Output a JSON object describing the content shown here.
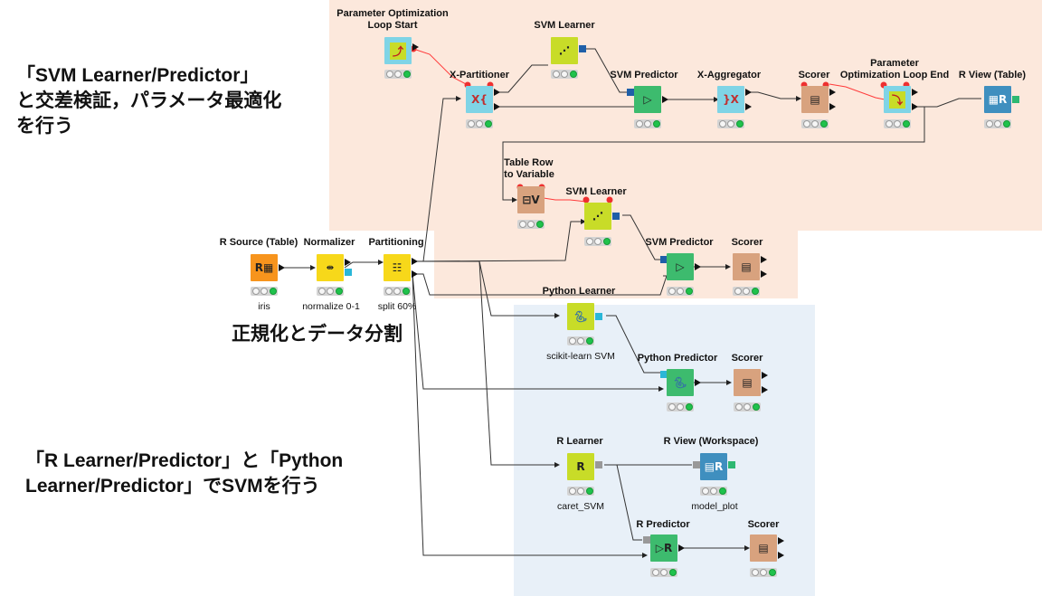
{
  "annotations": {
    "svm_title": "「SVM Learner/Predictor」\nと交差検証，パラメータ最適化\nを行う",
    "normalize_title": "正規化とデータ分割",
    "r_python_title": "「R Learner/Predictor」と「Python\nLearner/Predictor」でSVMを行う"
  },
  "nodes": {
    "r_source": {
      "name": "R Source (Table)",
      "caption": "iris",
      "icon": "R-table-icon"
    },
    "normalizer": {
      "name": "Normalizer",
      "caption": "normalize 0-1",
      "icon": "normalizer-icon"
    },
    "partitioning": {
      "name": "Partitioning",
      "caption": "split 60%",
      "icon": "partition-icon"
    },
    "param_loop_start": {
      "name": "Parameter Optimization\nLoop Start",
      "icon": "loop-start-icon"
    },
    "x_partitioner": {
      "name": "X-Partitioner",
      "icon": "x-partitioner-icon"
    },
    "svm_learner_top": {
      "name": "SVM Learner",
      "icon": "svm-learner-icon"
    },
    "svm_predictor_top": {
      "name": "SVM Predictor",
      "icon": "predictor-icon"
    },
    "x_aggregator": {
      "name": "X-Aggregator",
      "icon": "x-aggregator-icon"
    },
    "scorer_top": {
      "name": "Scorer",
      "icon": "scorer-icon"
    },
    "param_loop_end": {
      "name": "Parameter\nOptimization Loop End",
      "icon": "loop-end-icon"
    },
    "r_view_table": {
      "name": "R View (Table)",
      "icon": "R-view-icon"
    },
    "table_row_to_var": {
      "name": "Table Row\nto Variable",
      "icon": "table-row-to-variable-icon"
    },
    "svm_learner_mid": {
      "name": "SVM Learner",
      "icon": "svm-learner-icon"
    },
    "svm_predictor_mid": {
      "name": "SVM Predictor",
      "icon": "predictor-icon"
    },
    "scorer_mid": {
      "name": "Scorer",
      "icon": "scorer-icon"
    },
    "python_learner": {
      "name": "Python Learner",
      "caption": "scikit-learn SVM",
      "icon": "python-icon"
    },
    "python_predictor": {
      "name": "Python Predictor",
      "icon": "python-predictor-icon"
    },
    "scorer_python": {
      "name": "Scorer",
      "icon": "scorer-icon"
    },
    "r_learner": {
      "name": "R Learner",
      "caption": "caret_SVM",
      "icon": "R-icon"
    },
    "r_view_workspace": {
      "name": "R View (Workspace)",
      "caption": "model_plot",
      "icon": "R-view-icon"
    },
    "r_predictor": {
      "name": "R Predictor",
      "icon": "predictor-icon"
    },
    "scorer_r": {
      "name": "Scorer",
      "icon": "scorer-icon"
    }
  },
  "colors": {
    "region_orange": "#fce8dc",
    "region_blue": "#e8f0f8",
    "yellow_green": "#c8dc28",
    "orange": "#f7941d",
    "yellow": "#f7d81a",
    "tan": "#d8a27e",
    "cyan": "#7fd4e6",
    "green": "#3dbb6e",
    "blue": "#3f8fbf",
    "variable_red": "#ff3a3a",
    "flow_var_port": "#e03030"
  }
}
